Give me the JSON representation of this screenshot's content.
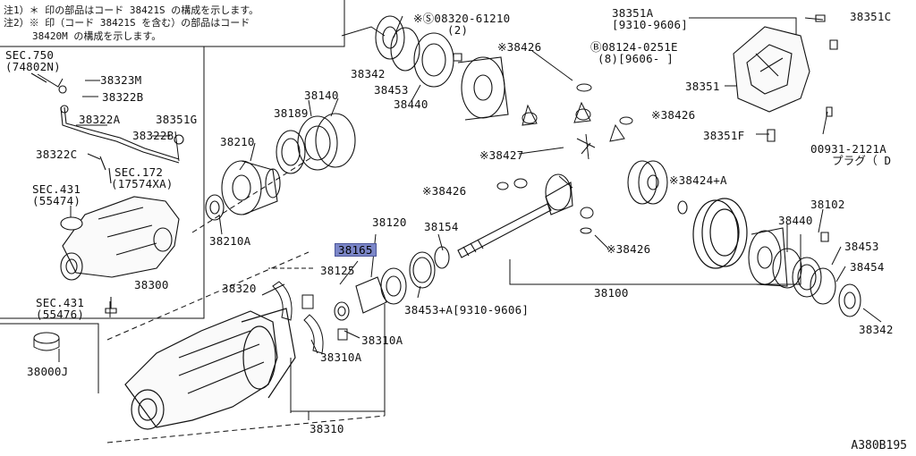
{
  "notes": {
    "line1": "注1）＊ 印の部品はコード 38421S の構成を示します。",
    "line2": "注2）※ 印（コード 38421S を含む）の部品はコード",
    "line3": "38420M の構成を示します。"
  },
  "highlight_color": "#7b86c8",
  "diagram_id": "A380B195",
  "labels": {
    "sec750": "SEC.750",
    "sec750_sub": "(74802N)",
    "p38323M": "38323M",
    "p38322B_a": "38322B",
    "p38322A": "38322A",
    "p38351G": "38351G",
    "p38322B_b": "38322B",
    "p38322C": "38322C",
    "sec172": "SEC.172",
    "sec172_sub": "(17574XA)",
    "sec431a": "SEC.431",
    "sec431a_sub": "(55474)",
    "p38300": "38300",
    "sec431b": "SEC.431",
    "sec431b_sub": "(55476)",
    "p38000J": "38000J",
    "p38342_l": "38342",
    "p38453_l": "38453",
    "p38440_l": "38440",
    "p08320": "※Ⓢ08320-61210",
    "p08320_sub": "(2)",
    "p38426_a": "※38426",
    "p08124": "Ⓑ08124-0251E",
    "p08124_sub": "(8)[9606-     ]",
    "p38351A": "38351A",
    "p38351A_sub": "[9310-9606]",
    "p38351C": "38351C",
    "p38351": "38351",
    "p38426_b": "※38426",
    "p38351F": "38351F",
    "p00931": "00931-2121A",
    "p00931_sub": "プラグ（ D",
    "p38140": "38140",
    "p38189": "38189",
    "p38210": "38210",
    "p38210A": "38210A",
    "p38427": "※38427",
    "p38424": "※38424+A",
    "p38426_c": "※38426",
    "p38120": "38120",
    "p38154": "38154",
    "p38165": "38165",
    "p38125": "38125",
    "p38453A": "38453+A[9310-9606]",
    "p38426_d": "※38426",
    "p38100": "38100",
    "p38102": "38102",
    "p38440_r": "38440",
    "p38453_r": "38453",
    "p38454": "38454",
    "p38342_r": "38342",
    "p38320": "38320",
    "p38310A_a": "38310A",
    "p38310A_b": "38310A",
    "p38310": "38310"
  }
}
